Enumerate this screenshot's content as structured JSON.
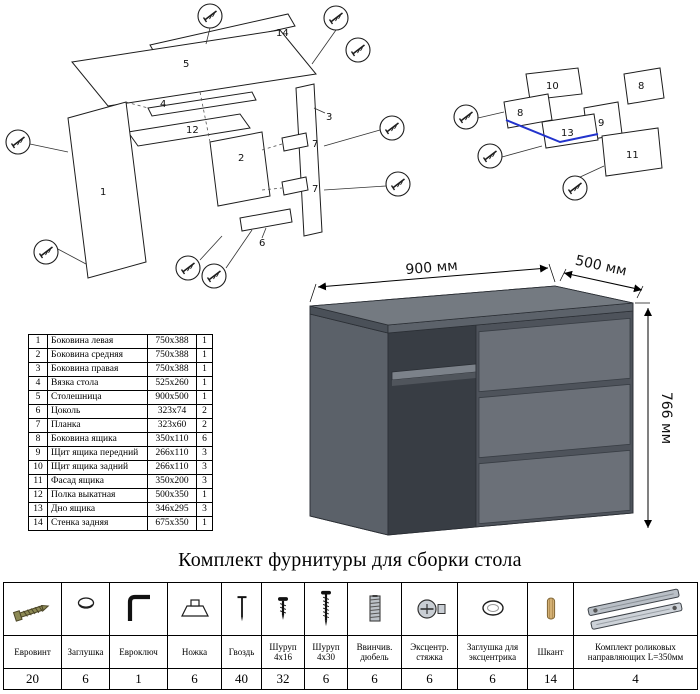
{
  "parts": [
    {
      "num": "1",
      "name": "Боковина левая",
      "size": "750x388",
      "qty": "1"
    },
    {
      "num": "2",
      "name": "Боковина средняя",
      "size": "750x388",
      "qty": "1"
    },
    {
      "num": "3",
      "name": "Боковина правая",
      "size": "750x388",
      "qty": "1"
    },
    {
      "num": "4",
      "name": "Вязка стола",
      "size": "525x260",
      "qty": "1"
    },
    {
      "num": "5",
      "name": "Столешница",
      "size": "900x500",
      "qty": "1"
    },
    {
      "num": "6",
      "name": "Цоколь",
      "size": "323x74",
      "qty": "2"
    },
    {
      "num": "7",
      "name": "Планка",
      "size": "323x60",
      "qty": "2"
    },
    {
      "num": "8",
      "name": "Боковина ящика",
      "size": "350x110",
      "qty": "6"
    },
    {
      "num": "9",
      "name": "Щит ящика передний",
      "size": "266x110",
      "qty": "3"
    },
    {
      "num": "10",
      "name": "Щит ящика задний",
      "size": "266x110",
      "qty": "3"
    },
    {
      "num": "11",
      "name": "Фасад ящика",
      "size": "350x200",
      "qty": "3"
    },
    {
      "num": "12",
      "name": "Полка выкатная",
      "size": "500x350",
      "qty": "1"
    },
    {
      "num": "13",
      "name": "Дно ящика",
      "size": "346x295",
      "qty": "3"
    },
    {
      "num": "14",
      "name": "Стенка задняя",
      "size": "675x350",
      "qty": "1"
    }
  ],
  "desk": {
    "width_label": "900 мм",
    "depth_label": "500 мм",
    "height_label": "766 мм"
  },
  "diagram": {
    "left_labels": [
      "14",
      "5",
      "4",
      "12",
      "2",
      "1",
      "3",
      "7",
      "7",
      "6"
    ],
    "right_labels": [
      "10",
      "8",
      "9",
      "8",
      "13",
      "11"
    ]
  },
  "hardware_title": "Комплект фурнитуры для сборки стола",
  "hardware": [
    {
      "icon": "euroscrew-icon",
      "label": "Евровинт",
      "qty": "20"
    },
    {
      "icon": "plug-icon",
      "label": "Заглушка",
      "qty": "6"
    },
    {
      "icon": "hexkey-icon",
      "label": "Евроключ",
      "qty": "1"
    },
    {
      "icon": "leg-icon",
      "label": "Ножка",
      "qty": "6"
    },
    {
      "icon": "nail-icon",
      "label": "Гвоздь",
      "qty": "40"
    },
    {
      "icon": "screw-4x16-icon",
      "label": "Шуруп 4x16",
      "qty": "32"
    },
    {
      "icon": "screw-4x30-icon",
      "label": "Шуруп 4x30",
      "qty": "6"
    },
    {
      "icon": "threaded-dowel-icon",
      "label": "Ввинчив. дюбель",
      "qty": "6"
    },
    {
      "icon": "cam-lock-icon",
      "label": "Эксцентр. стяжка",
      "qty": "6"
    },
    {
      "icon": "cam-cover-icon",
      "label": "Заглушка для эксцентрика",
      "qty": "6"
    },
    {
      "icon": "dowel-icon",
      "label": "Шкант",
      "qty": "14"
    },
    {
      "icon": "rails-icon",
      "label": "Комплект роликовых направляющих L=350мм",
      "qty": "4"
    }
  ]
}
